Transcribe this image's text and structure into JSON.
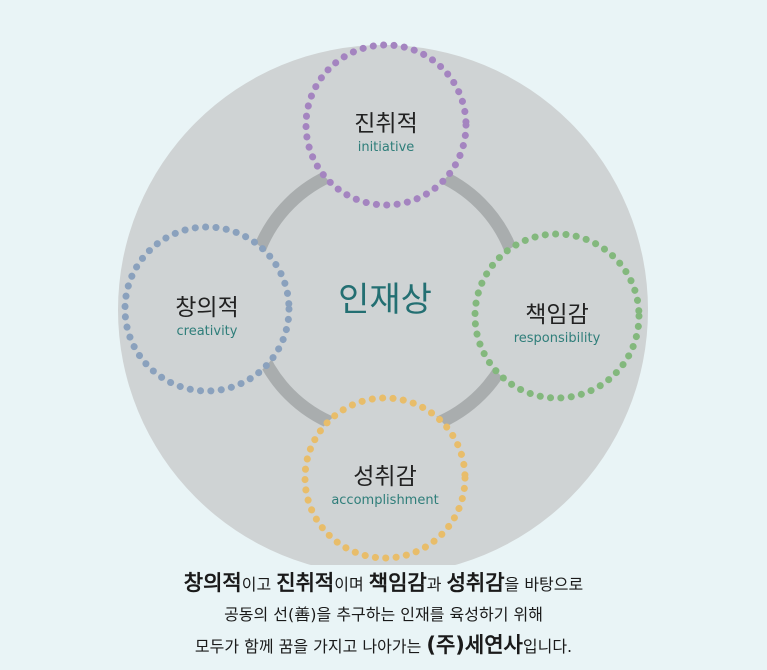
{
  "diagram": {
    "center": "인재상",
    "colors": {
      "background": "#e9f4f6",
      "big_circle": "#cfd3d4",
      "inner_ring": "#a9adae",
      "center_text": "#236f72",
      "subtitle_text": "#2f7e7a"
    },
    "nodes": [
      {
        "key": "top",
        "title": "진취적",
        "subtitle": "initiative",
        "dot_color": "#a484c0"
      },
      {
        "key": "left",
        "title": "창의적",
        "subtitle": "creativity",
        "dot_color": "#8aa1bd"
      },
      {
        "key": "right",
        "title": "책임감",
        "subtitle": "responsibility",
        "dot_color": "#83b87d"
      },
      {
        "key": "bottom",
        "title": "성취감",
        "subtitle": "accomplishment",
        "dot_color": "#e8bd6a"
      }
    ]
  },
  "caption": {
    "line1": [
      {
        "text": "창의적",
        "emph": true
      },
      {
        "text": "이고 ",
        "emph": false
      },
      {
        "text": "진취적",
        "emph": true
      },
      {
        "text": "이며 ",
        "emph": false
      },
      {
        "text": "책임감",
        "emph": true
      },
      {
        "text": "과 ",
        "emph": false
      },
      {
        "text": "성취감",
        "emph": true
      },
      {
        "text": "을 바탕으로",
        "emph": false
      }
    ],
    "line2": "공동의 선(善)을 추구하는 인재를 육성하기 위해",
    "line3": [
      {
        "text": "모두가 함께 꿈을 가지고 나아가는 ",
        "emph": false
      },
      {
        "text": "(주)세연사",
        "emph": true
      },
      {
        "text": "입니다.",
        "emph": false
      }
    ]
  }
}
